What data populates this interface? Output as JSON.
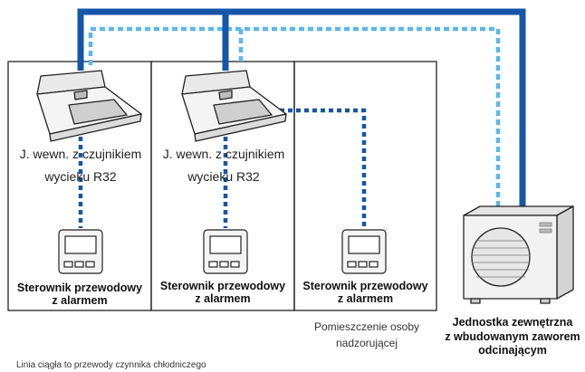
{
  "indoor_units": [
    {
      "label_line1": "J. wewn. z czujnikiem",
      "label_line2": "wycieku R32"
    },
    {
      "label_line1": "J. wewn. z czujnikiem",
      "label_line2": "wycieku R32"
    }
  ],
  "controllers": [
    {
      "label_line1": "Sterownik przewodowy",
      "label_line2": "z alarmem"
    },
    {
      "label_line1": "Sterownik przewodowy",
      "label_line2": "z alarmem"
    },
    {
      "label_line1": "Sterownik przewodowy",
      "label_line2": "z alarmem"
    }
  ],
  "supervised_room": {
    "line1": "Pomieszczenie osoby",
    "line2": "nadzorującej"
  },
  "outdoor_unit": {
    "line1": "Jednostka zewnętrzna",
    "line2": "z wbudowanym zaworem",
    "line3": "odcinającym"
  },
  "footnote": "Linia ciągła to przewody czynnika chłodniczego",
  "colors": {
    "refrigerant_pipe": "#1556a8",
    "signal_line_dark": "#1556a8",
    "signal_line_light": "#5bb8ea",
    "room_border": "#222222",
    "unit_fill": "#f3f3f3",
    "unit_stroke": "#222222"
  }
}
